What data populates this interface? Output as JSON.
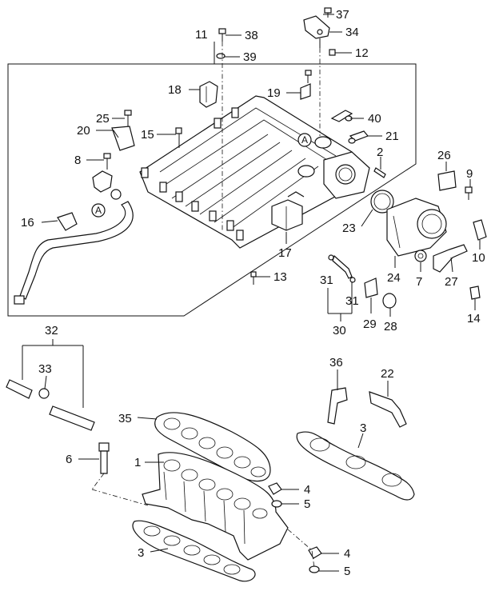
{
  "callouts": {
    "p1": "1",
    "p2": "2",
    "p3a": "3",
    "p3b": "3",
    "p4a": "4",
    "p4b": "4",
    "p5a": "5",
    "p5b": "5",
    "p6": "6",
    "p7": "7",
    "p8": "8",
    "p9": "9",
    "p10": "10",
    "p11": "11",
    "p12": "12",
    "p13": "13",
    "p14": "14",
    "p15": "15",
    "p16": "16",
    "p17": "17",
    "p18": "18",
    "p19": "19",
    "p20": "20",
    "p21": "21",
    "p22": "22",
    "p23": "23",
    "p24": "24",
    "p25": "25",
    "p26": "26",
    "p27": "27",
    "p28": "28",
    "p29": "29",
    "p30": "30",
    "p31a": "31",
    "p31b": "31",
    "p32": "32",
    "p33": "33",
    "p34": "34",
    "p35": "35",
    "p36": "36",
    "p37": "37",
    "p38": "38",
    "p39": "39",
    "p40": "40"
  },
  "markers": {
    "a1": "A",
    "a2": "A"
  }
}
